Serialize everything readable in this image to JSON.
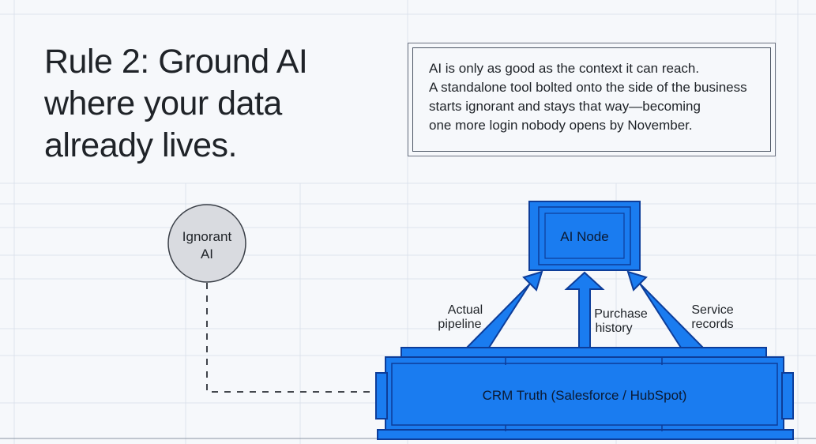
{
  "title": {
    "line1": "Rule 2: Ground AI",
    "line2": "where your data",
    "line3": "already lives."
  },
  "callout": {
    "line1": "AI is only as good as the context it can reach.",
    "line2": "A standalone tool bolted onto the side of the business",
    "line3": "starts ignorant and stays that way—becoming",
    "line4": "one more login nobody opens by November."
  },
  "diagram": {
    "ignorant_node": {
      "line1": "Ignorant",
      "line2": "AI"
    },
    "ai_node": {
      "label": "AI Node"
    },
    "crm_node": {
      "label": "CRM Truth (Salesforce / HubSpot)"
    },
    "edges": {
      "pipeline": {
        "line1": "Actual",
        "line2": "pipeline"
      },
      "purchase": {
        "line1": "Purchase",
        "line2": "history"
      },
      "service": {
        "line1": "Service",
        "line2": "records"
      }
    }
  },
  "colors": {
    "accent_blue": "#1a7cf0",
    "dark_blue": "#0d3d99",
    "circle_fill": "#d9dbe0",
    "background": "#f6f8fb"
  }
}
